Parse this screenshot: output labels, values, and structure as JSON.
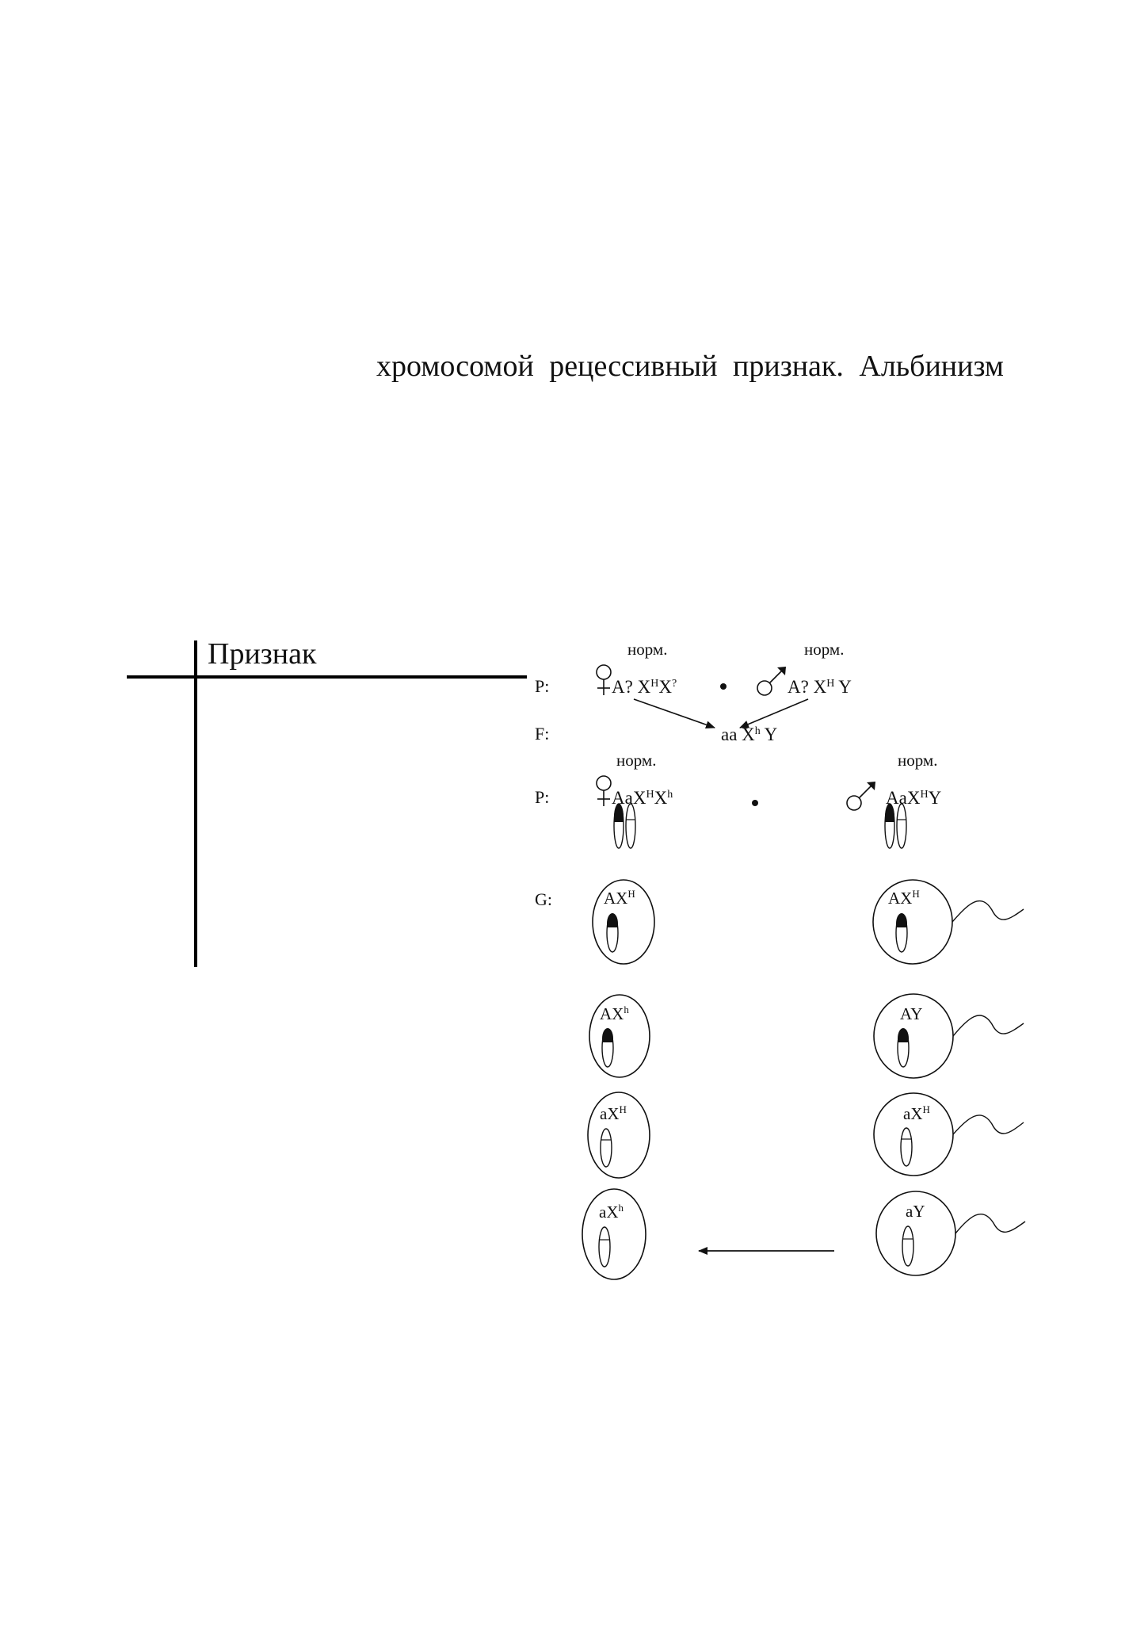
{
  "document": {
    "headline": "хромосомой  рецессивный  признак.  Альбинизм",
    "table_header": "Признак"
  },
  "scheme": {
    "row1": {
      "prefix": "P:",
      "female_pheno": "норм.",
      "female_genotype": "A? X",
      "female_x1_sup": "H",
      "female_x2": "X",
      "female_x2_sup": "?",
      "cross": "•",
      "male_pheno": "норм.",
      "male_genotype": "A? X",
      "male_x_sup": "H",
      "male_y": " Y"
    },
    "row_f": {
      "prefix": "F:",
      "genotype": "aa X",
      "x_sup": "h",
      "y": " Y"
    },
    "row2": {
      "prefix": "P:",
      "female_pheno": "норм.",
      "female_genotype": "AaX",
      "female_x1_sup": "H",
      "female_x2": "X",
      "female_x2_sup": "h",
      "cross": "•",
      "male_pheno": "норм.",
      "male_genotype": "AaX",
      "male_x_sup": "H",
      "male_y": "Y"
    },
    "gametes": {
      "prefix": "G:",
      "female": [
        {
          "base": "AX",
          "sup": "H"
        },
        {
          "base": "AX",
          "sup": "h"
        },
        {
          "base": "aX",
          "sup": "H"
        },
        {
          "base": "aX",
          "sup": "h"
        }
      ],
      "male": [
        {
          "base": "AX",
          "sup": "H"
        },
        {
          "base": "AY",
          "sup": ""
        },
        {
          "base": "aX",
          "sup": "H"
        },
        {
          "base": "aY",
          "sup": ""
        }
      ]
    },
    "symbols": {
      "female": "female-symbol-icon",
      "male": "male-symbol-icon"
    }
  }
}
